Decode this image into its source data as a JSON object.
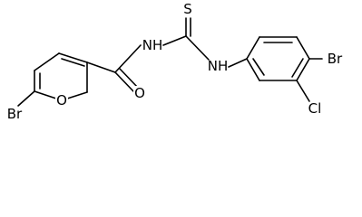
{
  "molecule": {
    "atoms": {
      "br_furan": "Br",
      "o_furan": "O",
      "o_carbonyl": "O",
      "nh_amide": "NH",
      "s_thio": "S",
      "nh_aryl": "NH",
      "br_aryl": "Br",
      "cl_aryl": "Cl"
    }
  }
}
